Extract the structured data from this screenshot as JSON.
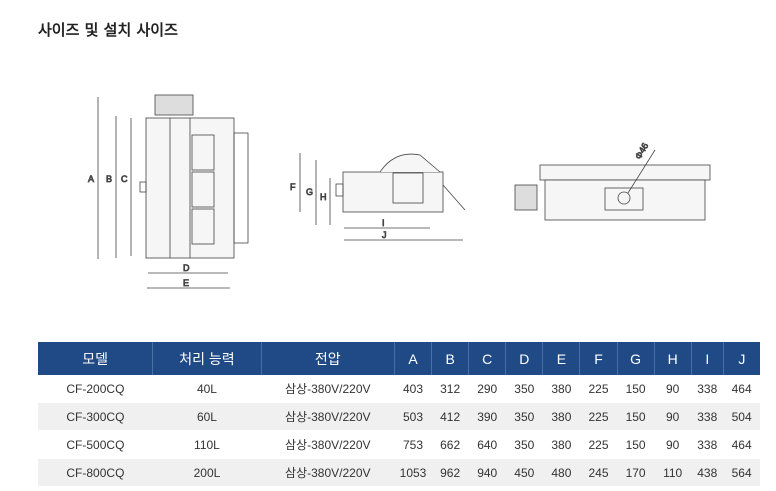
{
  "title": "사이즈 및 설치 사이즈",
  "drawing_labels": {
    "A": "A",
    "B": "B",
    "C": "C",
    "D": "D",
    "E": "E",
    "F": "F",
    "G": "G",
    "H": "H",
    "I": "I",
    "J": "J",
    "diameter": "Φ46"
  },
  "table": {
    "headers": [
      "모델",
      "처리 능력",
      "전압",
      "A",
      "B",
      "C",
      "D",
      "E",
      "F",
      "G",
      "H",
      "I",
      "J"
    ],
    "rows": [
      [
        "CF-200CQ",
        "40L",
        "삼상-380V/220V",
        "403",
        "312",
        "290",
        "350",
        "380",
        "225",
        "150",
        "90",
        "338",
        "464"
      ],
      [
        "CF-300CQ",
        "60L",
        "삼상-380V/220V",
        "503",
        "412",
        "390",
        "350",
        "380",
        "225",
        "150",
        "90",
        "338",
        "504"
      ],
      [
        "CF-500CQ",
        "110L",
        "삼상-380V/220V",
        "753",
        "662",
        "640",
        "350",
        "380",
        "225",
        "150",
        "90",
        "338",
        "464"
      ],
      [
        "CF-800CQ",
        "200L",
        "삼상-380V/220V",
        "1053",
        "962",
        "940",
        "450",
        "480",
        "245",
        "170",
        "110",
        "438",
        "564"
      ]
    ]
  },
  "colors": {
    "header": "#1f4a86"
  }
}
